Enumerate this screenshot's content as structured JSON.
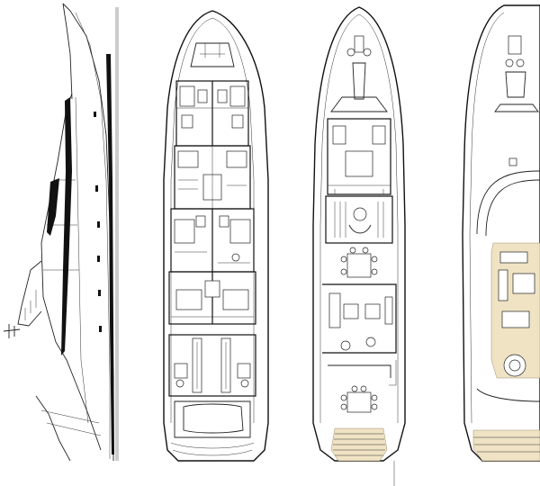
{
  "drawing": {
    "background": "#ffffff",
    "line_color": "#222222",
    "teak_color": "#efe3c4",
    "views": [
      {
        "id": "side-profile"
      },
      {
        "id": "lower-deck"
      },
      {
        "id": "main-deck"
      },
      {
        "id": "upper-deck"
      }
    ]
  }
}
